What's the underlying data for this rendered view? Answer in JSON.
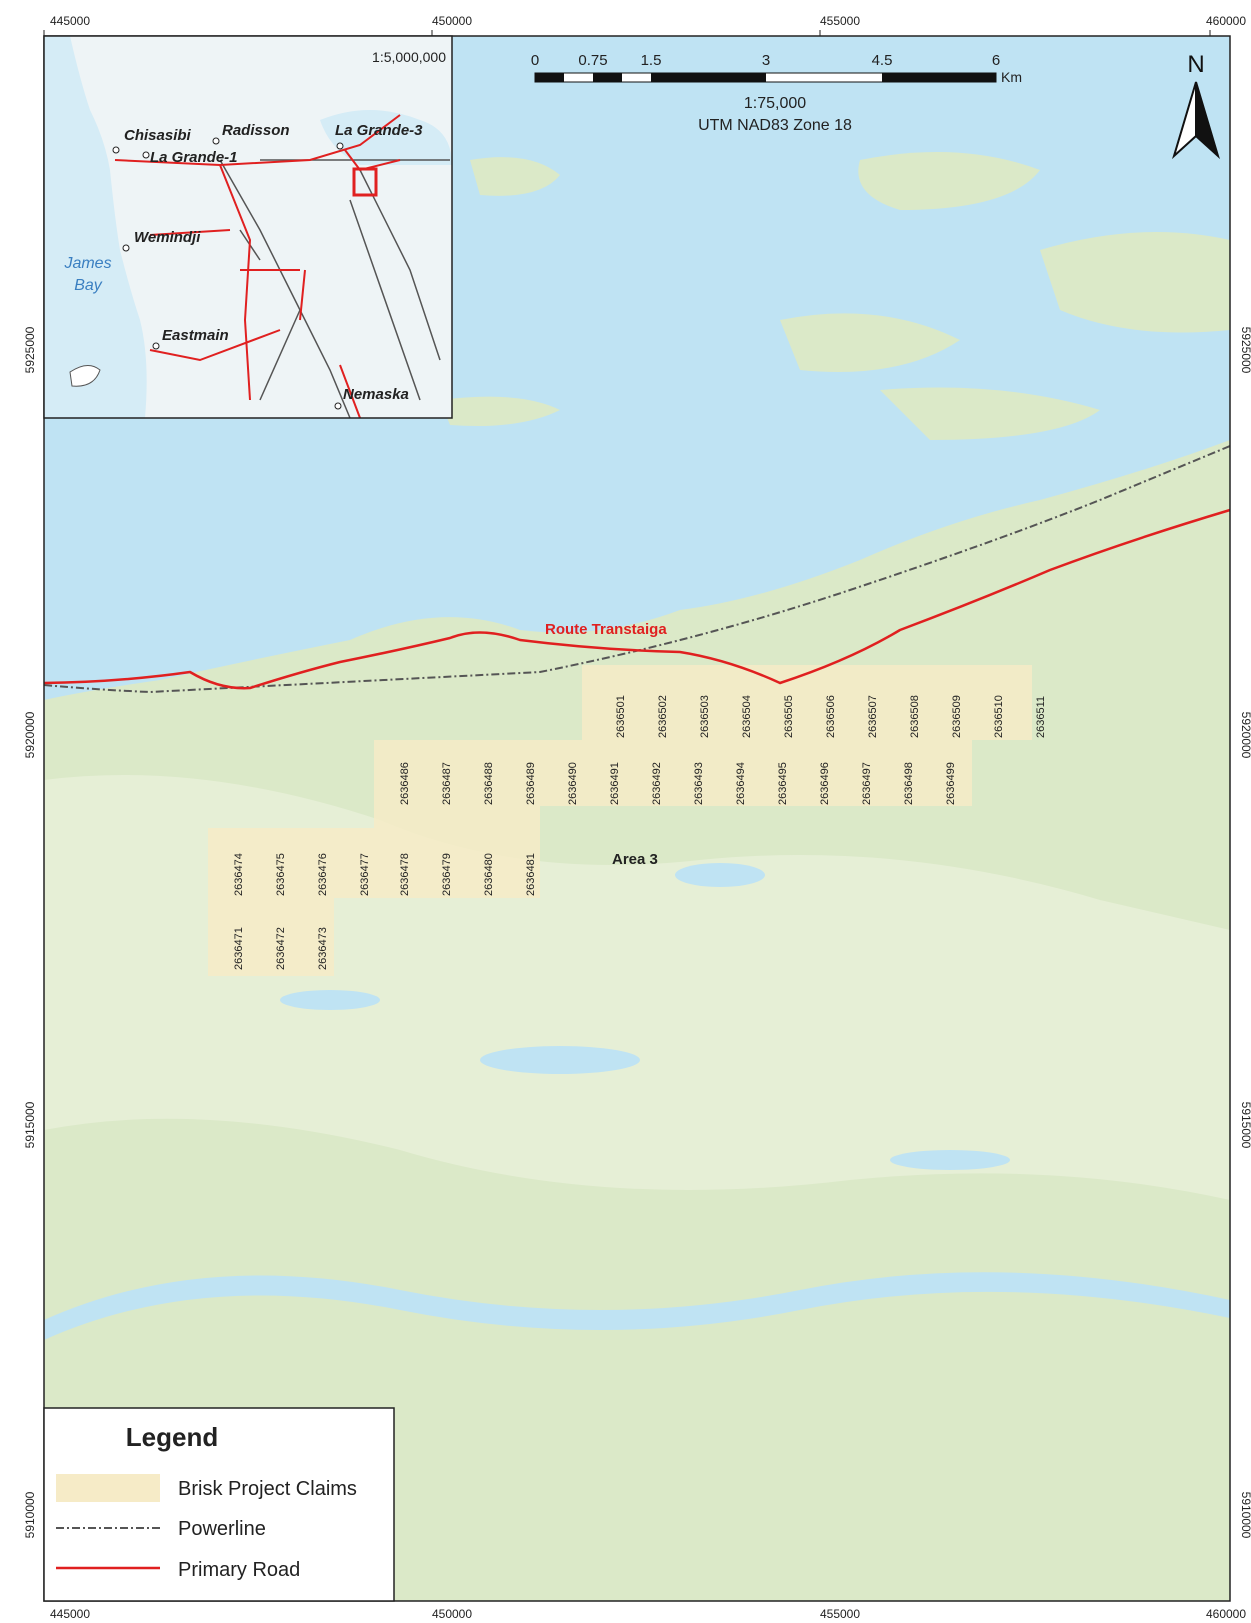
{
  "colors": {
    "water": "#bfe3f3",
    "land": "#dbe9c8",
    "land_light": "#e6efd6",
    "claim_fill": "#f6ebc7",
    "road": "#e02020",
    "powerline": "#555555",
    "inset_water": "#d5ecf6",
    "inset_land": "#eef4f6"
  },
  "grid": {
    "x_ticks": [
      "445000",
      "450000",
      "455000",
      "460000"
    ],
    "y_ticks": [
      "5925000",
      "5920000",
      "5915000",
      "5910000"
    ]
  },
  "scalebar": {
    "labels": [
      "0",
      "0.75",
      "1.5",
      "3",
      "4.5",
      "6"
    ],
    "unit": "Km",
    "scale": "1:75,000",
    "projection": "UTM NAD83 Zone 18"
  },
  "north_arrow": {
    "label": "N",
    "icon": "north-arrow-icon"
  },
  "inset": {
    "scale": "1:5,000,000",
    "towns": [
      "Chisasibi",
      "Radisson",
      "La Grande-3",
      "La Grande-1",
      "Wemindji",
      "Eastmain",
      "Nemaska"
    ],
    "water_label_1": "James",
    "water_label_2": "Bay"
  },
  "road_label": "Route Transtaiga",
  "area_label": "Area 3",
  "claims": {
    "row_a": [
      "2636501",
      "2636502",
      "2636503",
      "2636504",
      "2636505",
      "2636506",
      "2636507",
      "2636508",
      "2636509",
      "2636510",
      "2636511"
    ],
    "row_b": [
      "2636486",
      "2636487",
      "2636488",
      "2636489",
      "2636490",
      "2636491",
      "2636492",
      "2636493",
      "2636494",
      "2636495",
      "2636496",
      "2636497",
      "2636498",
      "2636499"
    ],
    "row_c": [
      "2636474",
      "2636475",
      "2636476",
      "2636477",
      "2636478",
      "2636479",
      "2636480",
      "2636481"
    ],
    "row_d": [
      "2636471",
      "2636472",
      "2636473"
    ]
  },
  "legend": {
    "title": "Legend",
    "items": [
      "Brisk Project Claims",
      "Powerline",
      "Primary Road"
    ]
  }
}
